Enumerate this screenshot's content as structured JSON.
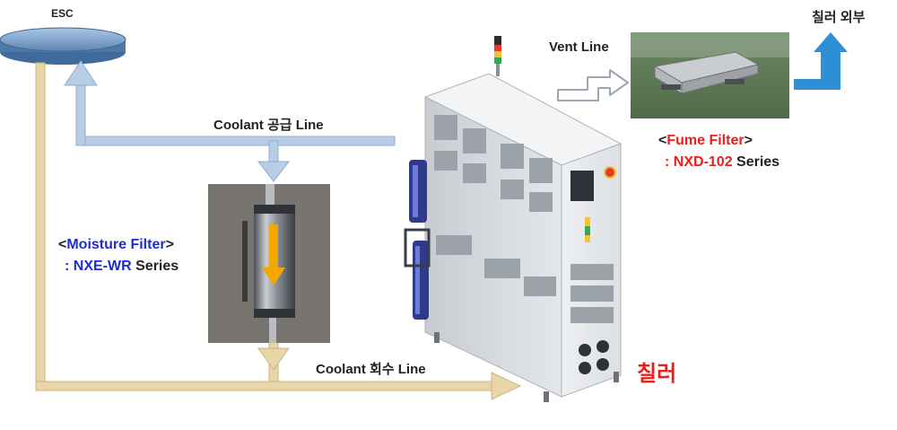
{
  "labels": {
    "esc": "ESC",
    "vent_line": "Vent Line",
    "chiller_outside": "칠러 외부",
    "coolant_supply": "Coolant 공급 Line",
    "coolant_return": "Coolant 회수 Line",
    "chiller": "칠러"
  },
  "fume_filter": {
    "open": "<",
    "name": "Fume Filter",
    "close": ">",
    "model_prefix": ": ",
    "model": "NXD-102",
    "suffix": " Series"
  },
  "moisture_filter": {
    "open": "<",
    "name": "Moisture Filter",
    "close": ">",
    "model_prefix": ": ",
    "model": "NXE-WR",
    "suffix": " Series"
  },
  "colors": {
    "supply_line": "#b8cde4",
    "return_line": "#e9d6a8",
    "fume_red": "#e8201c",
    "moisture_blue": "#1f2cd0",
    "outlet_blue": "#2d8fd6"
  }
}
